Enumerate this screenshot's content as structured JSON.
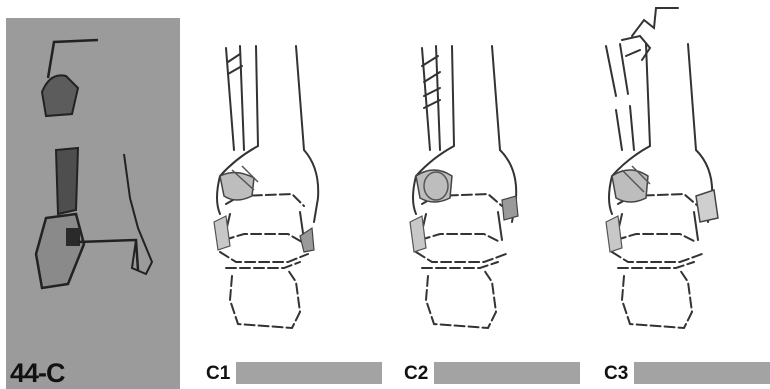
{
  "figure": {
    "key_panel": {
      "label": "44-C",
      "background": "#9b9b9b"
    },
    "subtypes": [
      {
        "label": "C1",
        "bar_color": "#a3a3a3"
      },
      {
        "label": "C2",
        "bar_color": "#a3a3a3"
      },
      {
        "label": "C3",
        "bar_color": "#a3a3a3"
      }
    ]
  }
}
